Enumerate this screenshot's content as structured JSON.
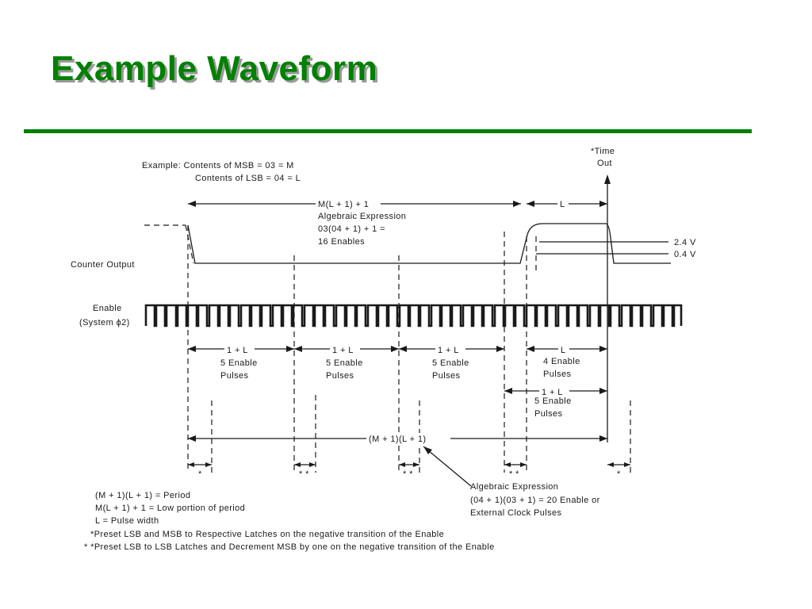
{
  "slide": {
    "title": "Example Waveform"
  },
  "diagram": {
    "header_line1": "Example: Contents of MSB = 03 = M",
    "header_line2": "Contents of LSB = 04 = L",
    "time_out_line1": "*Time",
    "time_out_line2": "Out",
    "low_formula": "M(L + 1) + 1",
    "alg_line1": "Algebraic Expression",
    "alg_line2": "03(04 + 1) + 1  =",
    "alg_line3": "16 Enables",
    "l_label": "L",
    "v_high": "2.4 V",
    "v_low": "0.4 V",
    "counter_output": "Counter Output",
    "enable_line1": "Enable",
    "enable_line2": "(System ϕ2)",
    "seg_label": "1 + L",
    "seg_desc1": "5 Enable",
    "seg_desc2": "Pulses",
    "l_seg_desc1": "4 Enable",
    "l_seg_desc2": "Pulses",
    "period_label": "(M + 1)(L + 1)",
    "star": "*",
    "double_star": "* *",
    "alg2_line1": "Algebraic Expression",
    "alg2_line2": "(04 + 1)(03 + 1) = 20 Enable or",
    "alg2_line3": "External Clock Pulses",
    "legend1": "(M + 1)(L + 1) = Period",
    "legend2": "M(L + 1) + 1 = Low portion of period",
    "legend3": "L = Pulse width",
    "note1": "*Preset LSB and MSB to Respective Latches on the negative transition of the Enable",
    "note2": "* *Preset LSB to LSB Latches and Decrement MSB by one on the negative transition of the Enable"
  }
}
